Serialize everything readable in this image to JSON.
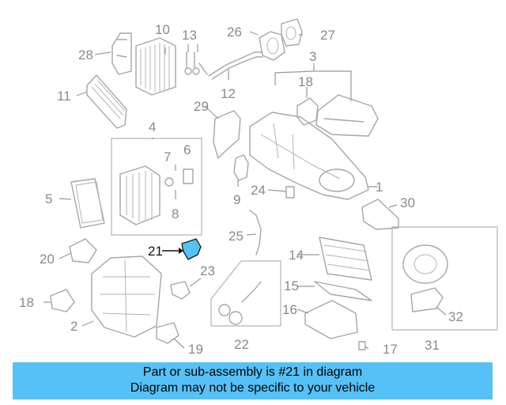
{
  "diagram": {
    "highlight_color": "#55c1f6",
    "highlighted_part": "21",
    "callouts": [
      "1",
      "2",
      "3",
      "4",
      "5",
      "6",
      "7",
      "8",
      "9",
      "10",
      "11",
      "12",
      "13",
      "14",
      "15",
      "16",
      "17",
      "18",
      "18",
      "19",
      "20",
      "21",
      "22",
      "23",
      "24",
      "25",
      "26",
      "27",
      "28",
      "29",
      "30",
      "31",
      "32"
    ]
  },
  "banner": {
    "background": "#55c1f6",
    "line1": "Part or sub-assembly is #21 in diagram",
    "line2": "Diagram may not be specific to your vehicle"
  }
}
